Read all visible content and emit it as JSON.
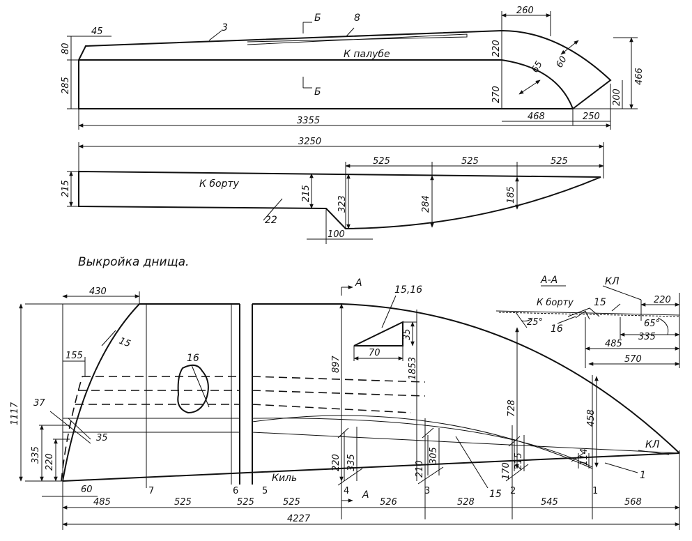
{
  "diagram": {
    "caption": "Выкройка днища.",
    "top_part": {
      "part_labels": [
        "3",
        "8"
      ],
      "section_marks": [
        "Б",
        "Б"
      ],
      "edge_label": "К палубе",
      "dims": {
        "d45": "45",
        "d80": "80",
        "d285": "285",
        "d260": "260",
        "d220": "220",
        "d270": "270",
        "d65": "65",
        "d60": "60",
        "d466": "466",
        "d200": "200",
        "d468": "468",
        "d250": "250",
        "d3355": "3355"
      }
    },
    "middle_part": {
      "part_label": "22",
      "edge_label": "К борту",
      "dims": {
        "d3250": "3250",
        "d215a": "215",
        "d215b": "215",
        "d323": "323",
        "d284": "284",
        "d185": "185",
        "d525a": "525",
        "d525b": "525",
        "d525c": "525",
        "d100": "100"
      }
    },
    "bottom_part": {
      "dims": {
        "d430": "430",
        "d15a": "15",
        "d155": "155",
        "d37": "37",
        "d35a": "35",
        "d1117": "1117",
        "d335a": "335",
        "d220a": "220",
        "d60": "60",
        "d897": "897",
        "d1853": "1853",
        "d728": "728",
        "d458": "458",
        "d220b": "220",
        "d335b": "335",
        "d210": "210",
        "d305": "305",
        "d170": "170",
        "d215": "215",
        "d114": "114",
        "d70": "70",
        "d35b": "35",
        "d485": "485",
        "d525a": "525",
        "d525b": "525",
        "d525c": "525",
        "d526": "526",
        "d528": "528",
        "d545": "545",
        "d568": "568",
        "d4227": "4227"
      },
      "detail_label": "15,16",
      "part_16": "16",
      "part_15": "15",
      "part_1": "1",
      "keel_label": "Киль",
      "kl_label": "КЛ",
      "section_letter": "А",
      "stations": [
        "7",
        "6",
        "5",
        "4",
        "3",
        "2",
        "1"
      ]
    },
    "section_aa": {
      "title": "А-А",
      "edge_label": "К борту",
      "kl_label": "КЛ",
      "parts": [
        "15",
        "16"
      ],
      "dims": {
        "d25": "25°",
        "d65": "65°",
        "d220": "220",
        "d335": "335",
        "d485": "485",
        "d570": "570"
      }
    }
  }
}
